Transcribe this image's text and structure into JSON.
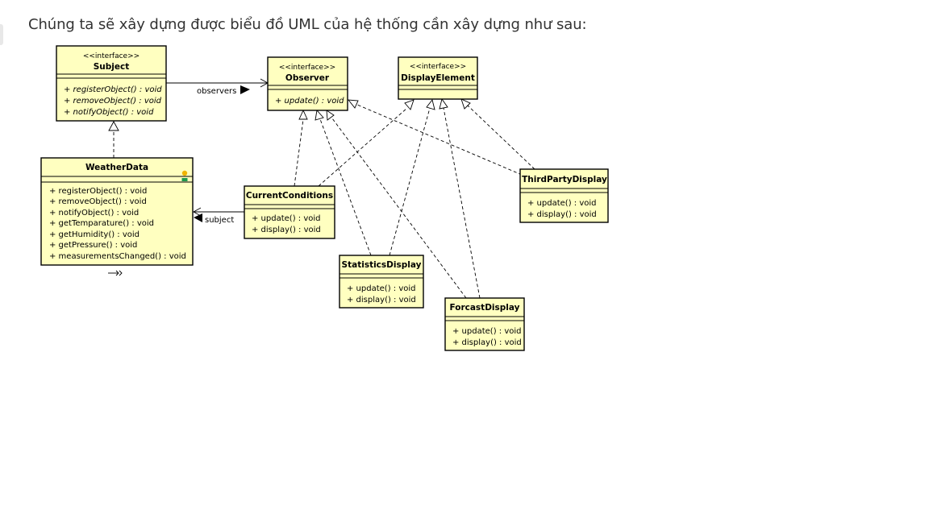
{
  "intro_text": "Chúng ta sẽ xây dựng được biểu đồ UML của hệ thống cần xây dựng như sau:",
  "diagram": {
    "classes": {
      "subject": {
        "stereotype": "<<interface>>",
        "name": "Subject",
        "operations": [
          "+ registerObject() : void",
          "+ removeObject() : void",
          "+ notifyObject() : void"
        ]
      },
      "observer": {
        "stereotype": "<<interface>>",
        "name": "Observer",
        "operations": [
          "+ update() : void"
        ]
      },
      "display_element": {
        "stereotype": "<<interface>>",
        "name": "DisplayElement",
        "operations": []
      },
      "weather_data": {
        "name": "WeatherData",
        "operations": [
          "+ registerObject() : void",
          "+ removeObject() : void",
          "+ notifyObject() : void",
          "+ getTemparature() : void",
          "+ getHumidity() : void",
          "+ getPressure() : void",
          "+ measurementsChanged() : void"
        ]
      },
      "current_conditions": {
        "name": "CurrentConditions",
        "operations": [
          "+ update() : void",
          "+ display() : void"
        ]
      },
      "third_party_display": {
        "name": "ThirdPartyDisplay",
        "operations": [
          "+ update() : void",
          "+ display() : void"
        ]
      },
      "statistics_display": {
        "name": "StatisticsDisplay",
        "operations": [
          "+ update() : void",
          "+ display() : void"
        ]
      },
      "forcast_display": {
        "name": "ForcastDisplay",
        "operations": [
          "+ update() : void",
          "+ display() : void"
        ]
      }
    },
    "associations": {
      "observers_label": "observers",
      "subject_label": "subject"
    },
    "colors": {
      "class_fill": "#ffffc0",
      "line": "#000000",
      "text": "#333333"
    }
  }
}
